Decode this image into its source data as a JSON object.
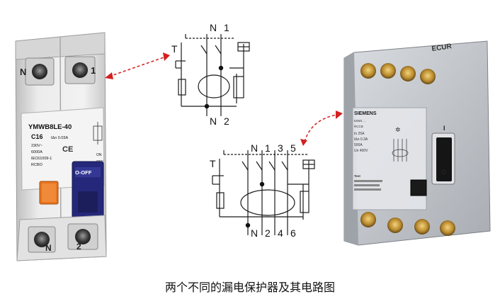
{
  "caption": "两个不同的漏电保护器及其电路图",
  "devices": {
    "left": {
      "top_terminals": [
        "N",
        "1"
      ],
      "bottom_terminals": [
        "N",
        "2"
      ],
      "model": "YMWB8LE-40",
      "rating": "C16",
      "sensitivity": "IΔn 0.03A",
      "voltage": "230V~",
      "capacity": "6000A",
      "standard": "IEC61009-1",
      "type": "RCBO",
      "switch_label": "O-OFF",
      "on_label": "ON",
      "off_label": "OFF"
    },
    "right": {
      "brand": "SIEMENS",
      "brand_vertical": "ECUR",
      "model": "5SM1 ...",
      "type": "RCCB",
      "rating": "In 25A",
      "sensitivity": "IΔn 0.3A",
      "current": "500A",
      "voltage": "Un 400V",
      "test_label": "Test",
      "on_label": "I",
      "off_label": "O"
    }
  },
  "schematics": {
    "top": {
      "t_label": "T",
      "top_labels": [
        "N",
        "1"
      ],
      "bottom_labels": [
        "N",
        "2"
      ]
    },
    "bottom": {
      "t_label": "T",
      "top_labels": [
        "N",
        "1",
        "3",
        "5"
      ],
      "bottom_labels": [
        "N",
        "2",
        "4",
        "6"
      ]
    }
  },
  "colors": {
    "arrow": "#d42020",
    "line": "#1a1a1a",
    "knob": "#e8741e",
    "switch": "#25287a",
    "panel_left": "#e6e6e6",
    "panel_right": "#c8ccd2"
  }
}
